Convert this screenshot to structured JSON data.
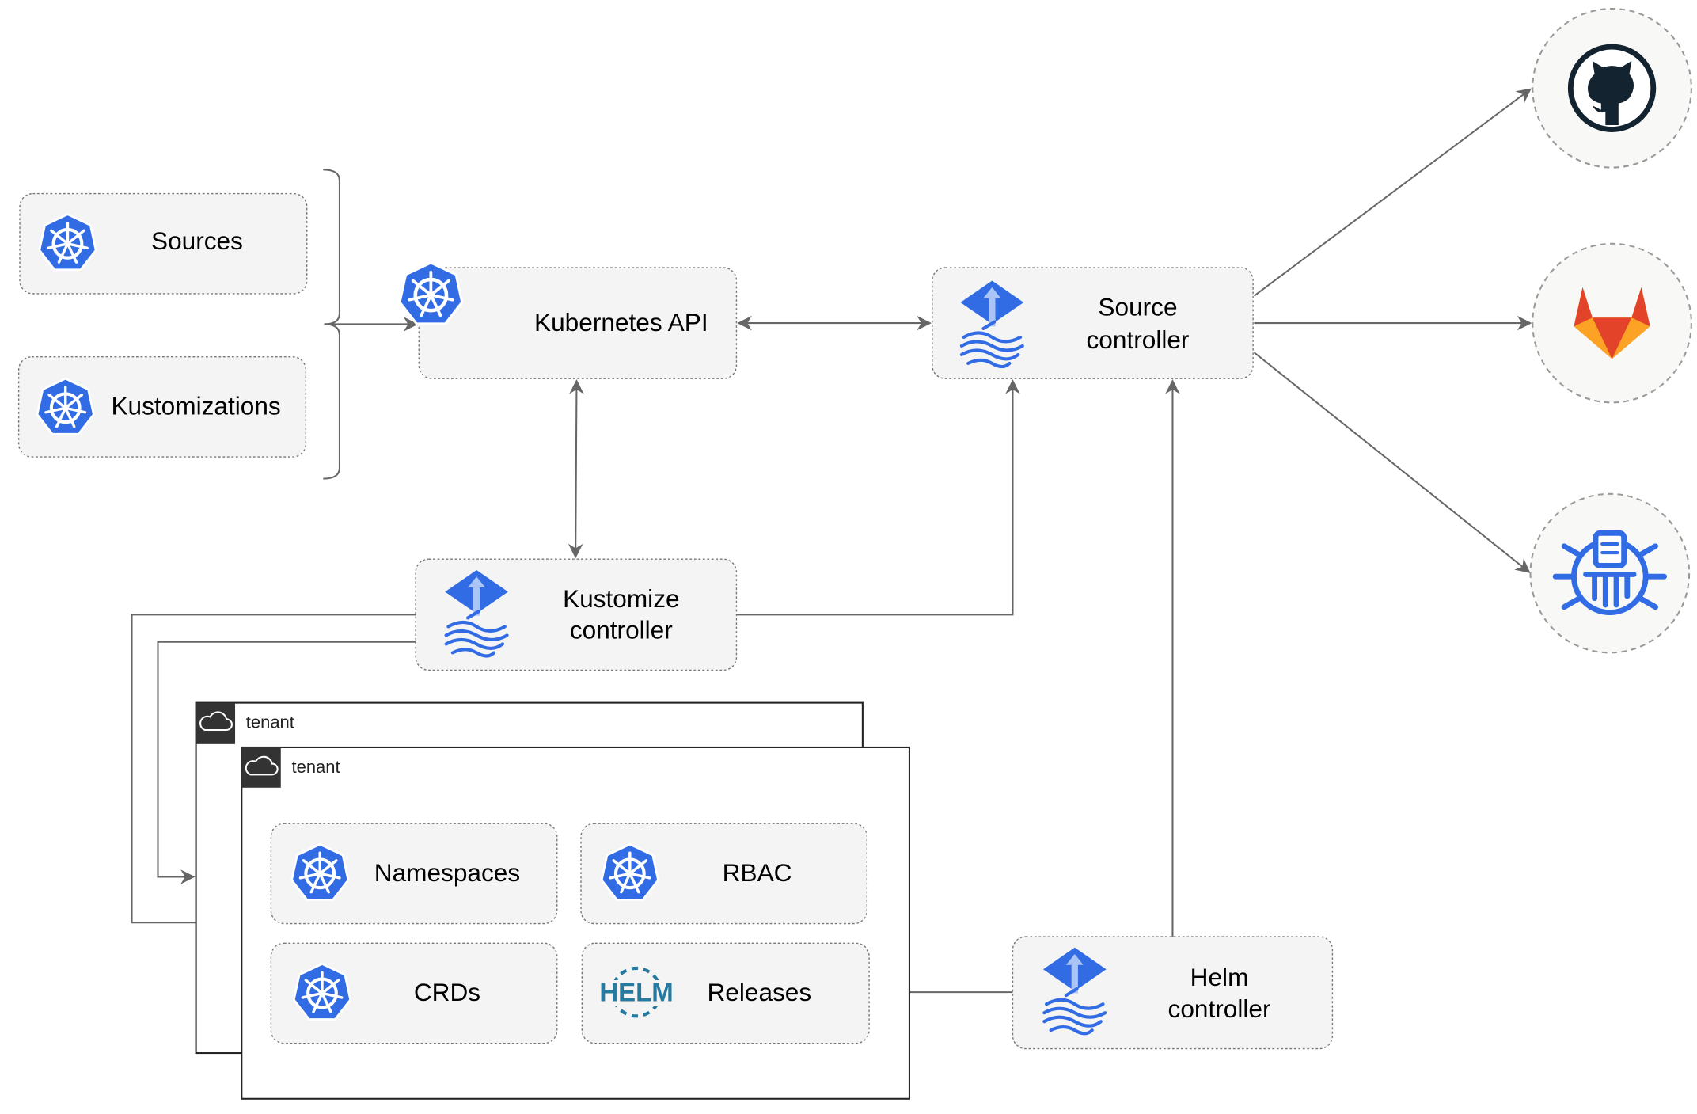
{
  "nodes": {
    "sources": {
      "label": "Sources",
      "icon": "kubernetes-icon"
    },
    "kustomizations": {
      "label": "Kustomizations",
      "icon": "kubernetes-icon"
    },
    "kubernetes_api": {
      "label": "Kubernetes API",
      "icon": "kubernetes-icon"
    },
    "source_controller": {
      "line1": "Source",
      "line2": "controller",
      "icon": "flux-icon"
    },
    "kustomize_controller": {
      "line1": "Kustomize",
      "line2": "controller",
      "icon": "flux-icon"
    },
    "helm_controller": {
      "line1": "Helm",
      "line2": "controller",
      "icon": "flux-icon"
    },
    "namespaces": {
      "label": "Namespaces",
      "icon": "kubernetes-icon"
    },
    "rbac": {
      "label": "RBAC",
      "icon": "kubernetes-icon"
    },
    "crds": {
      "label": "CRDs",
      "icon": "kubernetes-icon"
    },
    "releases": {
      "label": "Releases",
      "icon": "helm-icon",
      "icon_text": "HELM"
    }
  },
  "tenants": [
    {
      "label": "tenant",
      "icon": "cloud-icon"
    },
    {
      "label": "tenant",
      "icon": "cloud-icon"
    }
  ],
  "external_sources": [
    {
      "icon": "github-icon"
    },
    {
      "icon": "gitlab-icon"
    },
    {
      "icon": "bucket-icon"
    }
  ],
  "colors": {
    "kubernetes_blue": "#326ce5",
    "edge": "#666666",
    "box_fill": "#f4f4f4",
    "github_dark": "#13232f",
    "gitlab_orange": "#e24329",
    "helm_blue": "#277a9f"
  }
}
